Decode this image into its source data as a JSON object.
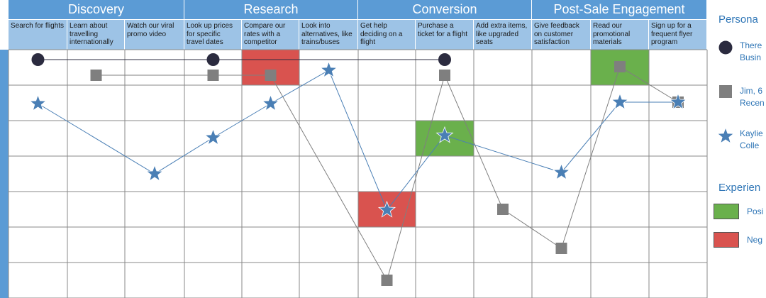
{
  "phases": [
    "Discovery",
    "Research",
    "Conversion",
    "Post-Sale Engagement"
  ],
  "steps": [
    "Search for flights",
    "Learn about travelling internationally",
    "Watch our viral promo video",
    "Look up prices for specific travel dates",
    "Compare our rates with a competitor",
    "Look into alternatives, like trains/buses",
    "Get help deciding on a flight",
    "Purchase a ticket for a flight",
    "Add extra items, like upgraded seats",
    "Give feedback on customer satisfaction",
    "Read our promotional materials",
    "Sign up for a frequent flyer program"
  ],
  "legend": {
    "personas_title": "Persona",
    "personas": [
      {
        "name_line1": "There",
        "name_line2": "Busin",
        "icon": "circle-icon",
        "color": "#2b2b3f"
      },
      {
        "name_line1": "Jim, 6",
        "name_line2": "Recen",
        "icon": "square-icon",
        "color": "#7f7f7f"
      },
      {
        "name_line1": "Kaylie",
        "name_line2": "Colle",
        "icon": "star-icon",
        "color": "#4a7fb5"
      }
    ],
    "experience_title": "Experien",
    "experiences": [
      {
        "label": "Posi",
        "color": "#6ab04c"
      },
      {
        "label": "Neg",
        "color": "#d9534f"
      }
    ]
  },
  "colors": {
    "phase_header": "#5b9bd5",
    "step_header": "#9dc3e6",
    "grid_line": "#888888",
    "positive": "#6ab04c",
    "negative": "#d9534f",
    "persona_circle": "#2b2b3f",
    "persona_square": "#7f7f7f",
    "persona_star": "#4a7fb5"
  },
  "highlights": [
    {
      "step": 4,
      "row": 0,
      "type": "negative"
    },
    {
      "step": 10,
      "row": 0,
      "type": "positive"
    },
    {
      "step": 7,
      "row": 2,
      "type": "positive"
    },
    {
      "step": 6,
      "row": 4,
      "type": "negative"
    }
  ],
  "journeys": {
    "circle": [
      {
        "step": 0,
        "row": 0.28
      },
      {
        "step": 3,
        "row": 0.28
      },
      {
        "step": 7,
        "row": 0.28
      }
    ],
    "square": [
      {
        "step": 1,
        "row": 0.72
      },
      {
        "step": 3,
        "row": 0.72
      },
      {
        "step": 4,
        "row": 0.72
      },
      {
        "step": 6,
        "row": 6.5
      },
      {
        "step": 7,
        "row": 0.72
      },
      {
        "step": 8,
        "row": 4.5
      },
      {
        "step": 9,
        "row": 5.6
      },
      {
        "step": 10,
        "row": 0.48
      },
      {
        "step": 11,
        "row": 1.48
      }
    ],
    "star": [
      {
        "step": 0,
        "row": 1.52
      },
      {
        "step": 2,
        "row": 3.5
      },
      {
        "step": 3,
        "row": 2.48
      },
      {
        "step": 4,
        "row": 1.52
      },
      {
        "step": 5,
        "row": 0.58
      },
      {
        "step": 6,
        "row": 4.52
      },
      {
        "step": 7,
        "row": 2.42
      },
      {
        "step": 9,
        "row": 3.46
      },
      {
        "step": 10,
        "row": 1.48
      },
      {
        "step": 11,
        "row": 1.48
      }
    ]
  }
}
